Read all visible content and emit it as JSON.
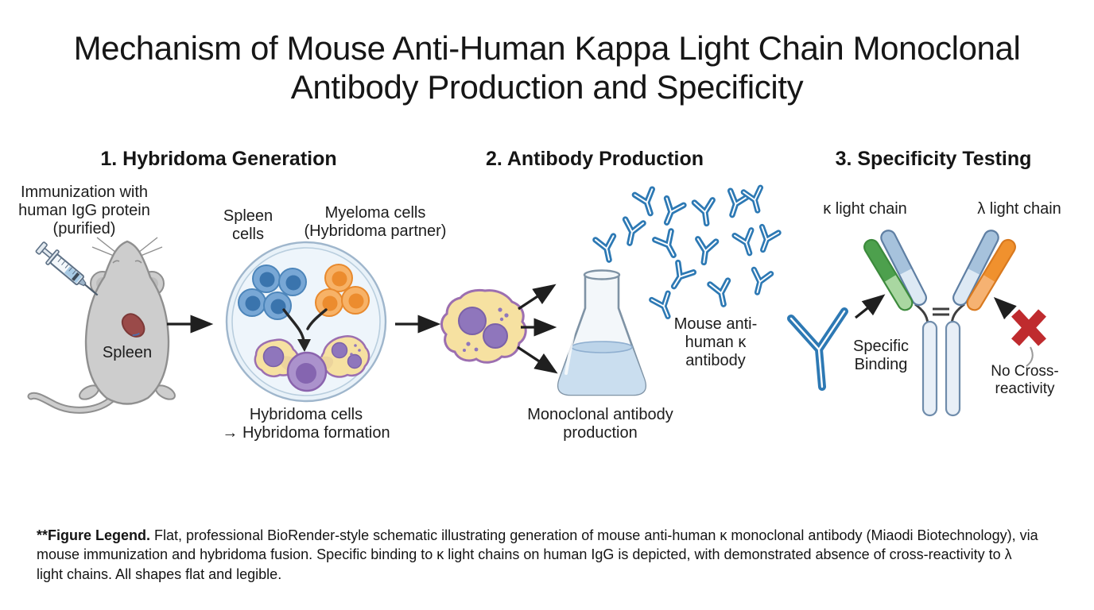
{
  "title": "Mechanism of Mouse Anti-Human Kappa Light Chain Monoclonal Antibody Production and Specificity",
  "sections": {
    "s1": {
      "heading": "1. Hybridoma Generation",
      "immunization_label": "Immunization with human IgG protein (purified)",
      "spleen_label": "Spleen",
      "spleen_cells_label": "Spleen cells",
      "myeloma_cells_label": "Myeloma cells (Hybridoma partner)",
      "hybridoma_line1": "Hybridoma cells",
      "hybridoma_line2": "→ Hybridoma formation"
    },
    "s2": {
      "heading": "2. Antibody Production",
      "flask_caption": "Monoclonal antibody production",
      "antibody_label": "Mouse anti-human κ antibody"
    },
    "s3": {
      "heading": "3. Specificity Testing",
      "kappa_label": "κ light chain",
      "lambda_label": "λ light chain",
      "specific_binding_label": "Specific Binding",
      "no_cross_label": "No Cross-reactivity"
    }
  },
  "legend": {
    "bold": "**Figure Legend.",
    "text": " Flat, professional BioRender-style schematic illustrating generation of mouse anti-human κ monoclonal antibody (Miaodi Biotechnology), via mouse immunization and hybridoma fusion. Specific binding to κ light chains on human IgG is depicted, with demonstrated absence of cross-reactivity to λ light chains. All shapes flat and legible."
  },
  "icons": [
    "syringe-icon",
    "mouse-icon",
    "spleen-icon",
    "petri-dish-icon",
    "spleen-cell-icon",
    "myeloma-cell-icon",
    "hybridoma-cell-icon",
    "flask-icon",
    "antibody-y-icon",
    "igg-molecule-icon",
    "red-x-icon",
    "arrow-icon"
  ],
  "colors": {
    "antibody_blue": "#2d79b4",
    "spleen_cell_blue": "#78a7d5",
    "myeloma_orange": "#f7b267",
    "hybridoma_yellow": "#f6e1a1",
    "hybridoma_purple": "#8f76bc",
    "kappa_green": "#4da04d",
    "lambda_orange": "#f0912e",
    "heavy_chain_blue": "#a6c2dc",
    "error_red": "#bf2b2e",
    "mouse_gray": "#cdcdcd",
    "spleen_red": "#9a4a49",
    "dish_fill": "#e9f2f9",
    "liquid_blue": "#cadeef",
    "text": "#1b1b1b"
  }
}
